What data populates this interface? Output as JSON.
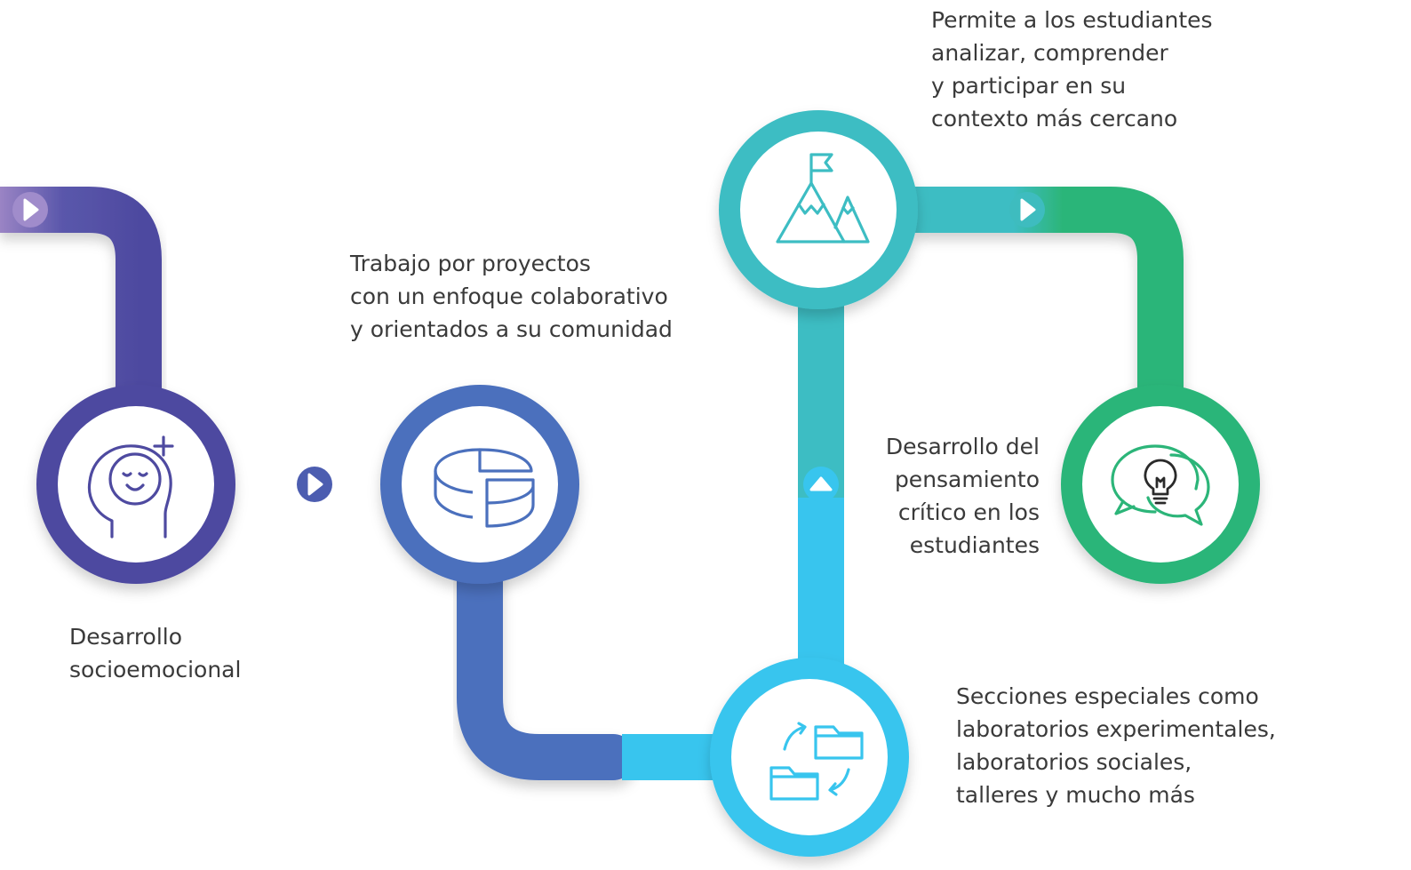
{
  "colors": {
    "purple": "#4e4aa0",
    "light_purple": "#9a84c4",
    "blue": "#4b70bd",
    "teal": "#3dbdc3",
    "sky": "#38c5ee",
    "green": "#2cb579",
    "text": "#3a3a3a"
  },
  "steps": [
    {
      "icon": "head-smile-icon",
      "lines": [
        "Desarrollo",
        "socioemocional"
      ]
    },
    {
      "icon": "pie-chart-icon",
      "lines": [
        "Trabajo por proyectos",
        "con un enfoque colaborativo",
        "y orientados a su comunidad"
      ]
    },
    {
      "icon": "folders-exchange-icon",
      "lines": [
        "Secciones especiales como",
        "laboratorios experimentales,",
        "laboratorios sociales,",
        "talleres y mucho más"
      ]
    },
    {
      "icon": "mountain-flag-icon",
      "lines": [
        "Permite a los estudiantes",
        "analizar, comprender",
        "y participar en su",
        "contexto más cercano"
      ]
    },
    {
      "icon": "lightbulb-chat-icon",
      "lines": [
        "Desarrollo del",
        "pensamiento",
        "crítico en los",
        "estudiantes"
      ]
    }
  ]
}
